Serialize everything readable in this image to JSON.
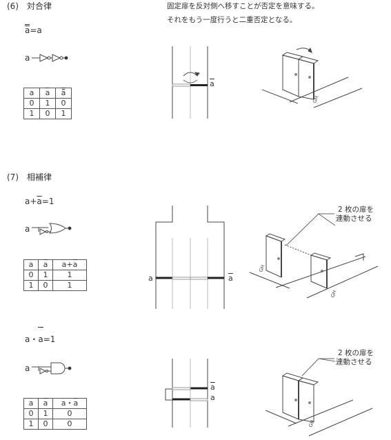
{
  "sec6": {
    "title": "(6)　対合律",
    "formula": "a=a",
    "formula_parts": {
      "lhs": "a",
      "eq": "=a"
    },
    "gate_input": "a",
    "note_line1": "固定扉を反対側へ移すことが否定を意味する。",
    "note_line2": "それをもう一度行うと二重否定となる。",
    "table": {
      "headers": [
        "a",
        "a",
        "a"
      ],
      "rows": [
        [
          "0",
          "1",
          "0"
        ],
        [
          "1",
          "0",
          "1"
        ]
      ]
    },
    "plan_label": "a",
    "rail_label": "GH"
  },
  "sec7": {
    "title": "(7)　相補律",
    "formula_or": "a+a=1",
    "formula_or_parts": {
      "a": "a+",
      "na": "a",
      "rest": "=1"
    },
    "formula_and": "a・a=1",
    "formula_and_parts": {
      "a": "a・",
      "na": "a",
      "rest": "=1"
    },
    "gate_input": "a",
    "table_or": {
      "headers": [
        "a",
        "a",
        "a+a"
      ],
      "rows": [
        [
          "0",
          "1",
          "1"
        ],
        [
          "1",
          "0",
          "1"
        ]
      ]
    },
    "table_and": {
      "headers": [
        "a",
        "a",
        "a・a"
      ],
      "rows": [
        [
          "0",
          "1",
          "0"
        ],
        [
          "1",
          "0",
          "0"
        ]
      ]
    },
    "callout_line1": "2 枚の扉を",
    "callout_line2": "連動させる",
    "plan_left": "a",
    "plan_right": "a",
    "plan_top": "a",
    "plan_bottom": "a",
    "rail_label": "GH"
  }
}
